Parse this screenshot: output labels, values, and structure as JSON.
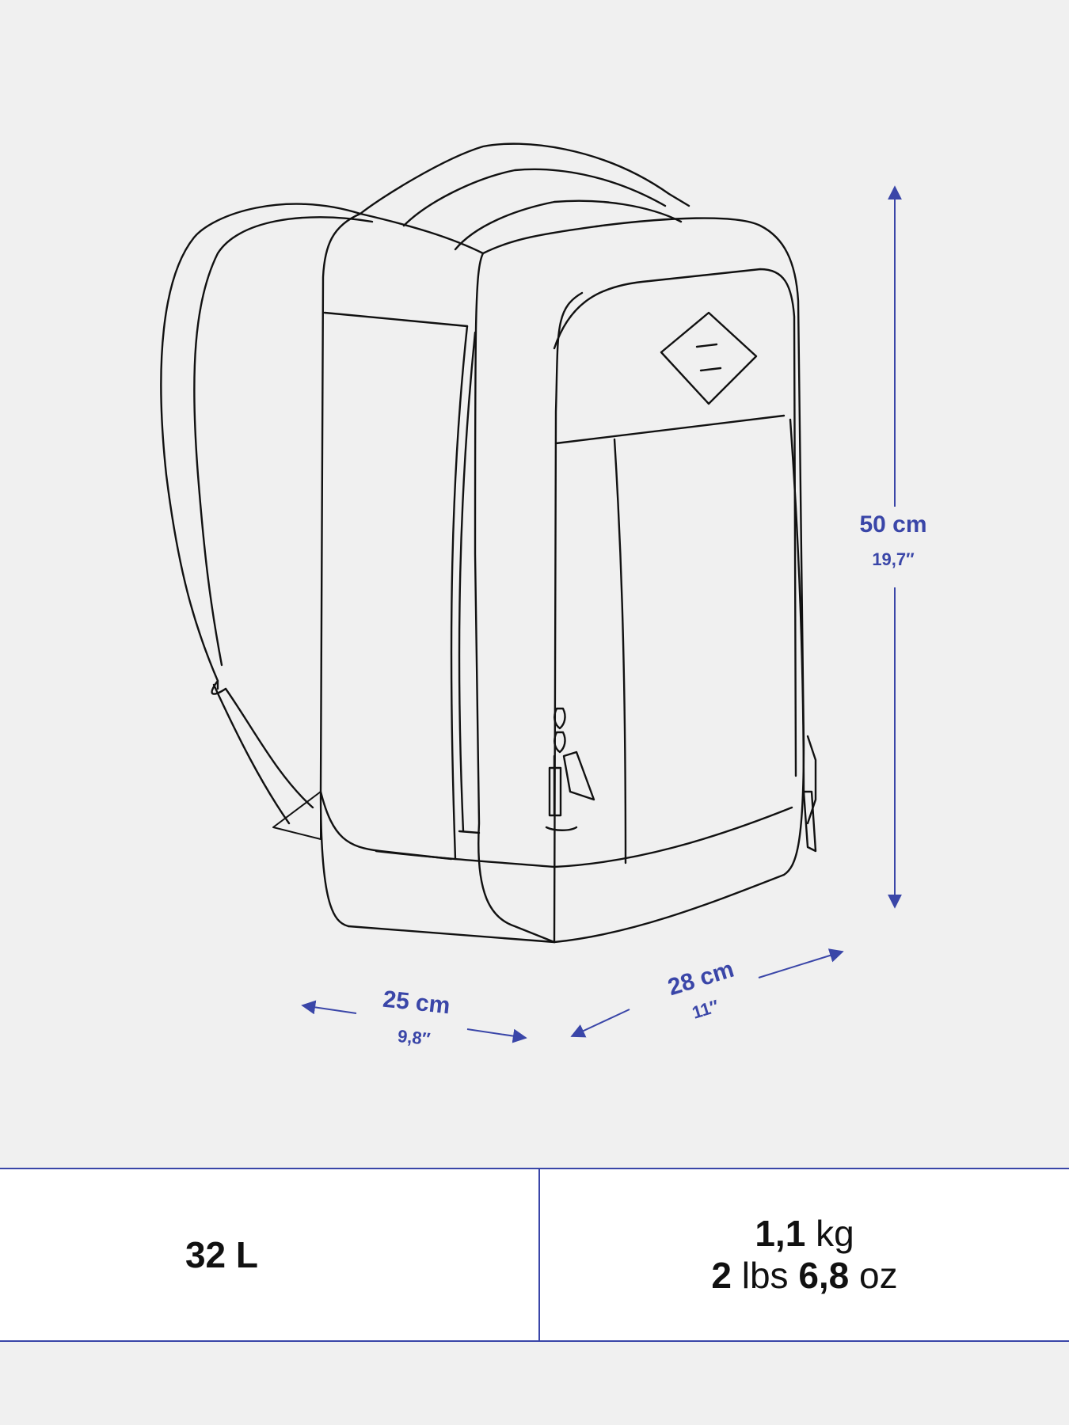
{
  "dimensions": {
    "height": {
      "metric": "50 cm",
      "imperial": "19,7″"
    },
    "width": {
      "metric": "28 cm",
      "imperial": "11″"
    },
    "depth": {
      "metric": "25 cm",
      "imperial": "9,8″"
    }
  },
  "specs": {
    "volume": "32 L",
    "weight_metric_value": "1,1",
    "weight_metric_unit": "kg",
    "weight_imperial_lbs_value": "2",
    "weight_imperial_lbs_unit": "lbs",
    "weight_imperial_oz_value": "6,8",
    "weight_imperial_oz_unit": "oz"
  },
  "colors": {
    "background": "#f0f0f0",
    "accent": "#3a46a8",
    "line": "#111111",
    "panel": "#ffffff"
  }
}
